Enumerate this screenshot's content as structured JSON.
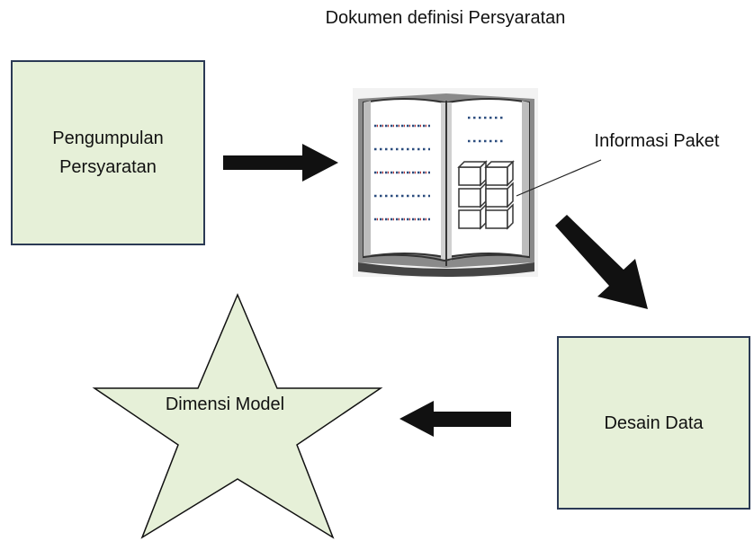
{
  "doc_title": "Dokumen definisi Persyaratan",
  "nodes": {
    "collect": "Pengumpulan Persyaratan",
    "design": "Desain Data",
    "dimension": "Dimensi Model"
  },
  "callout": "Informasi Paket",
  "colors": {
    "box_fill": "#e6f0d8",
    "box_border": "#2b3a55",
    "arrow": "#111111",
    "book_page_dots_blue": "#2b4c7e",
    "book_page_dots_red": "#b33"
  },
  "icons": [
    "open-book-icon",
    "cube-stack-icon",
    "arrow-right-icon",
    "arrow-down-right-icon",
    "arrow-left-icon",
    "star-shape"
  ]
}
